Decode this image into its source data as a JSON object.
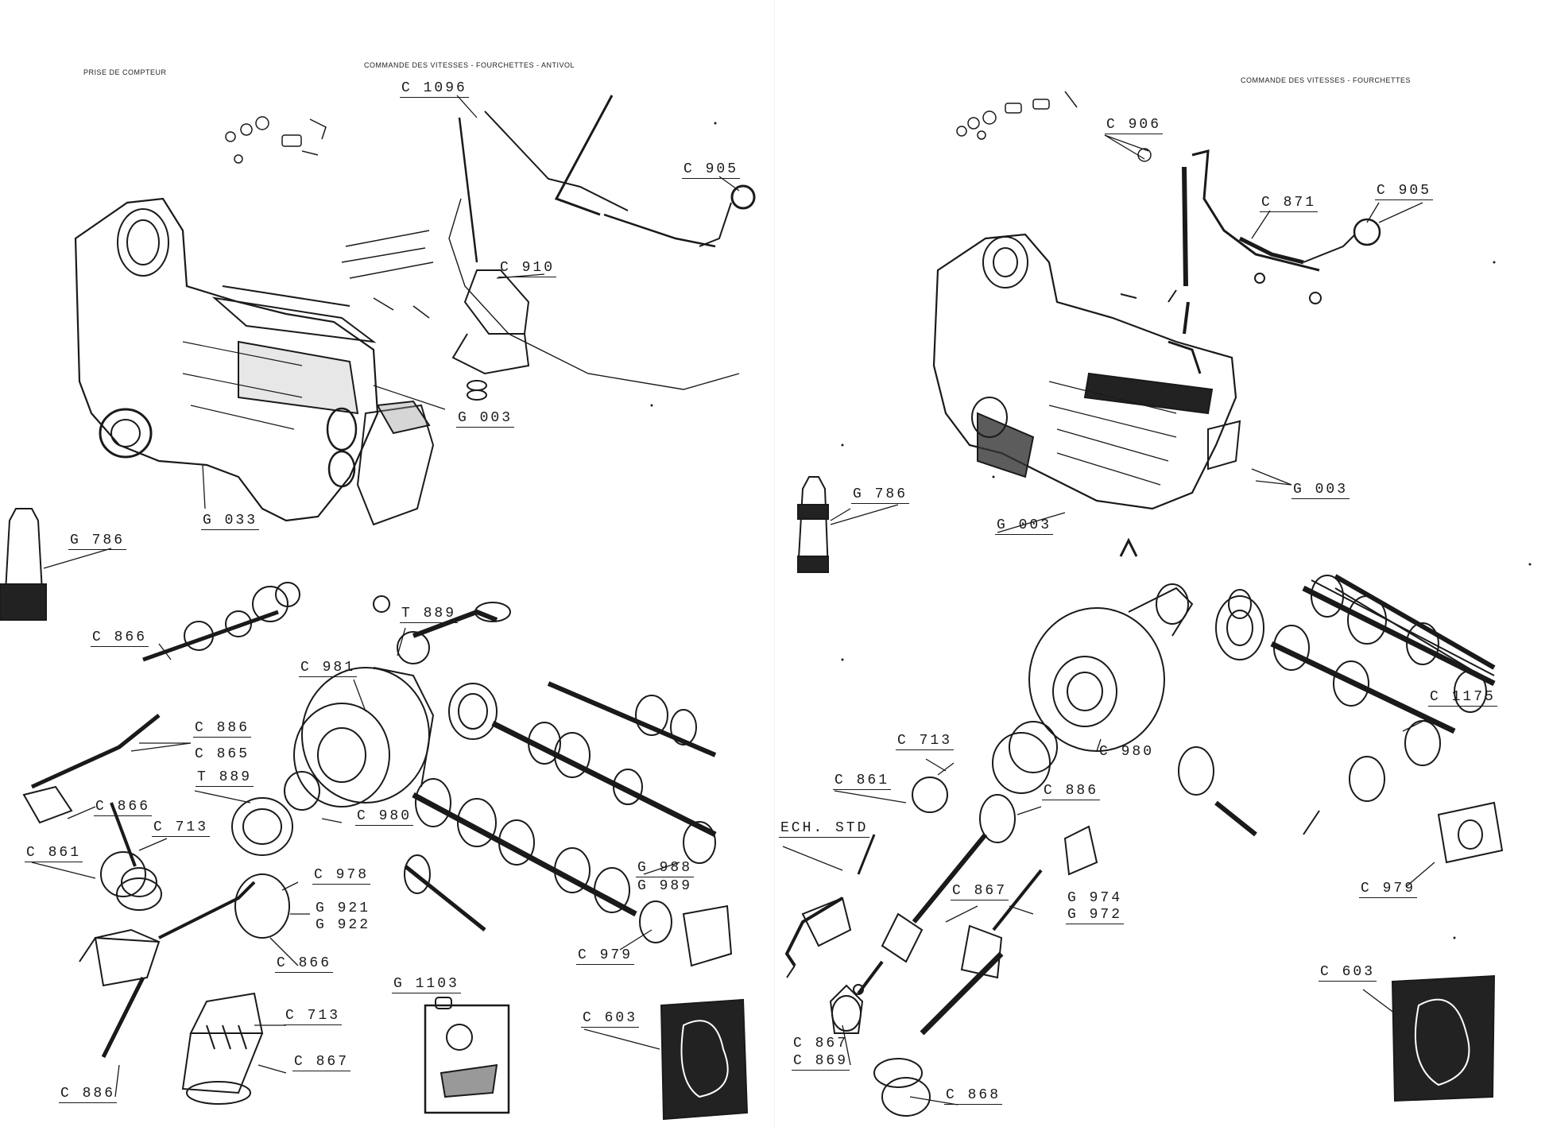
{
  "left_page": {
    "header_left": "PRISE DE COMPTEUR",
    "header_center": "COMMANDE DES VITESSES - FOURCHETTES - ANTIVOL",
    "labels": {
      "c1096": "C 1096",
      "c905": "C 905",
      "c910": "C 910",
      "g003": "G 003",
      "g033": "G 033",
      "g786": "G 786",
      "c866a": "C 866",
      "t889a": "T 889",
      "c981": "C 981",
      "c886a": "C 886",
      "c865": "C 865",
      "t889b": "T 889",
      "c866b": "C 866",
      "c980": "C 980",
      "c713a": "C 713",
      "c861": "C 861",
      "c978": "C 978",
      "g921": "G 921",
      "g922": "G 922",
      "g988": "G 988",
      "g989": "G 989",
      "c866c": "C 866",
      "c979": "C 979",
      "g1103": "G 1103",
      "c603": "C 603",
      "c713b": "C 713",
      "c867": "C 867",
      "c886b": "C 886"
    }
  },
  "right_page": {
    "header_right": "COMMANDE DES VITESSES - FOURCHETTES",
    "labels": {
      "c906": "C 906",
      "c871": "C 871",
      "c905": "C 905",
      "g786": "G 786",
      "g003a": "G 003",
      "g003b": "G 003",
      "c1175": "C 1175",
      "c713": "C 713",
      "c861": "C 861",
      "c980": "C 980",
      "c886": "C 886",
      "ech_std": "ECH. STD",
      "c867a": "C 867",
      "g974": "G 974",
      "g972": "G 972",
      "c979": "C 979",
      "c603": "C 603",
      "c867b": "C 867",
      "c869": "C 869",
      "c868": "C 868"
    }
  },
  "colors": {
    "ink": "#1a1a1a",
    "paper": "#ffffff"
  }
}
